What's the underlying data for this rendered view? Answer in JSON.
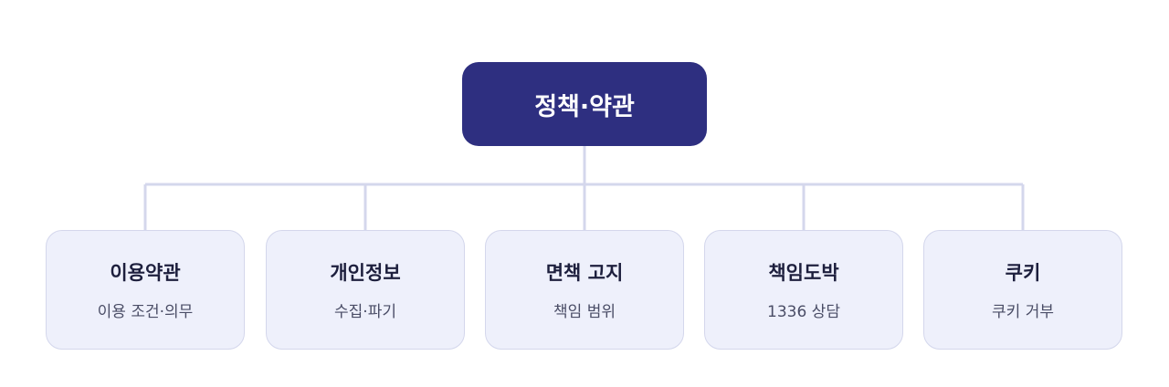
{
  "root": {
    "label": "정책·약관"
  },
  "children": [
    {
      "title": "이용약관",
      "subtitle": "이용 조건·의무"
    },
    {
      "title": "개인정보",
      "subtitle": "수집·파기"
    },
    {
      "title": "면책 고지",
      "subtitle": "책임 범위"
    },
    {
      "title": "책임도박",
      "subtitle": "1336 상담"
    },
    {
      "title": "쿠키",
      "subtitle": "쿠키 거부"
    }
  ],
  "colors": {
    "root_fill": "#2e2f80",
    "child_fill": "#eef0fb",
    "child_border": "#d4d7ec",
    "connector": "#d4d7ec"
  }
}
